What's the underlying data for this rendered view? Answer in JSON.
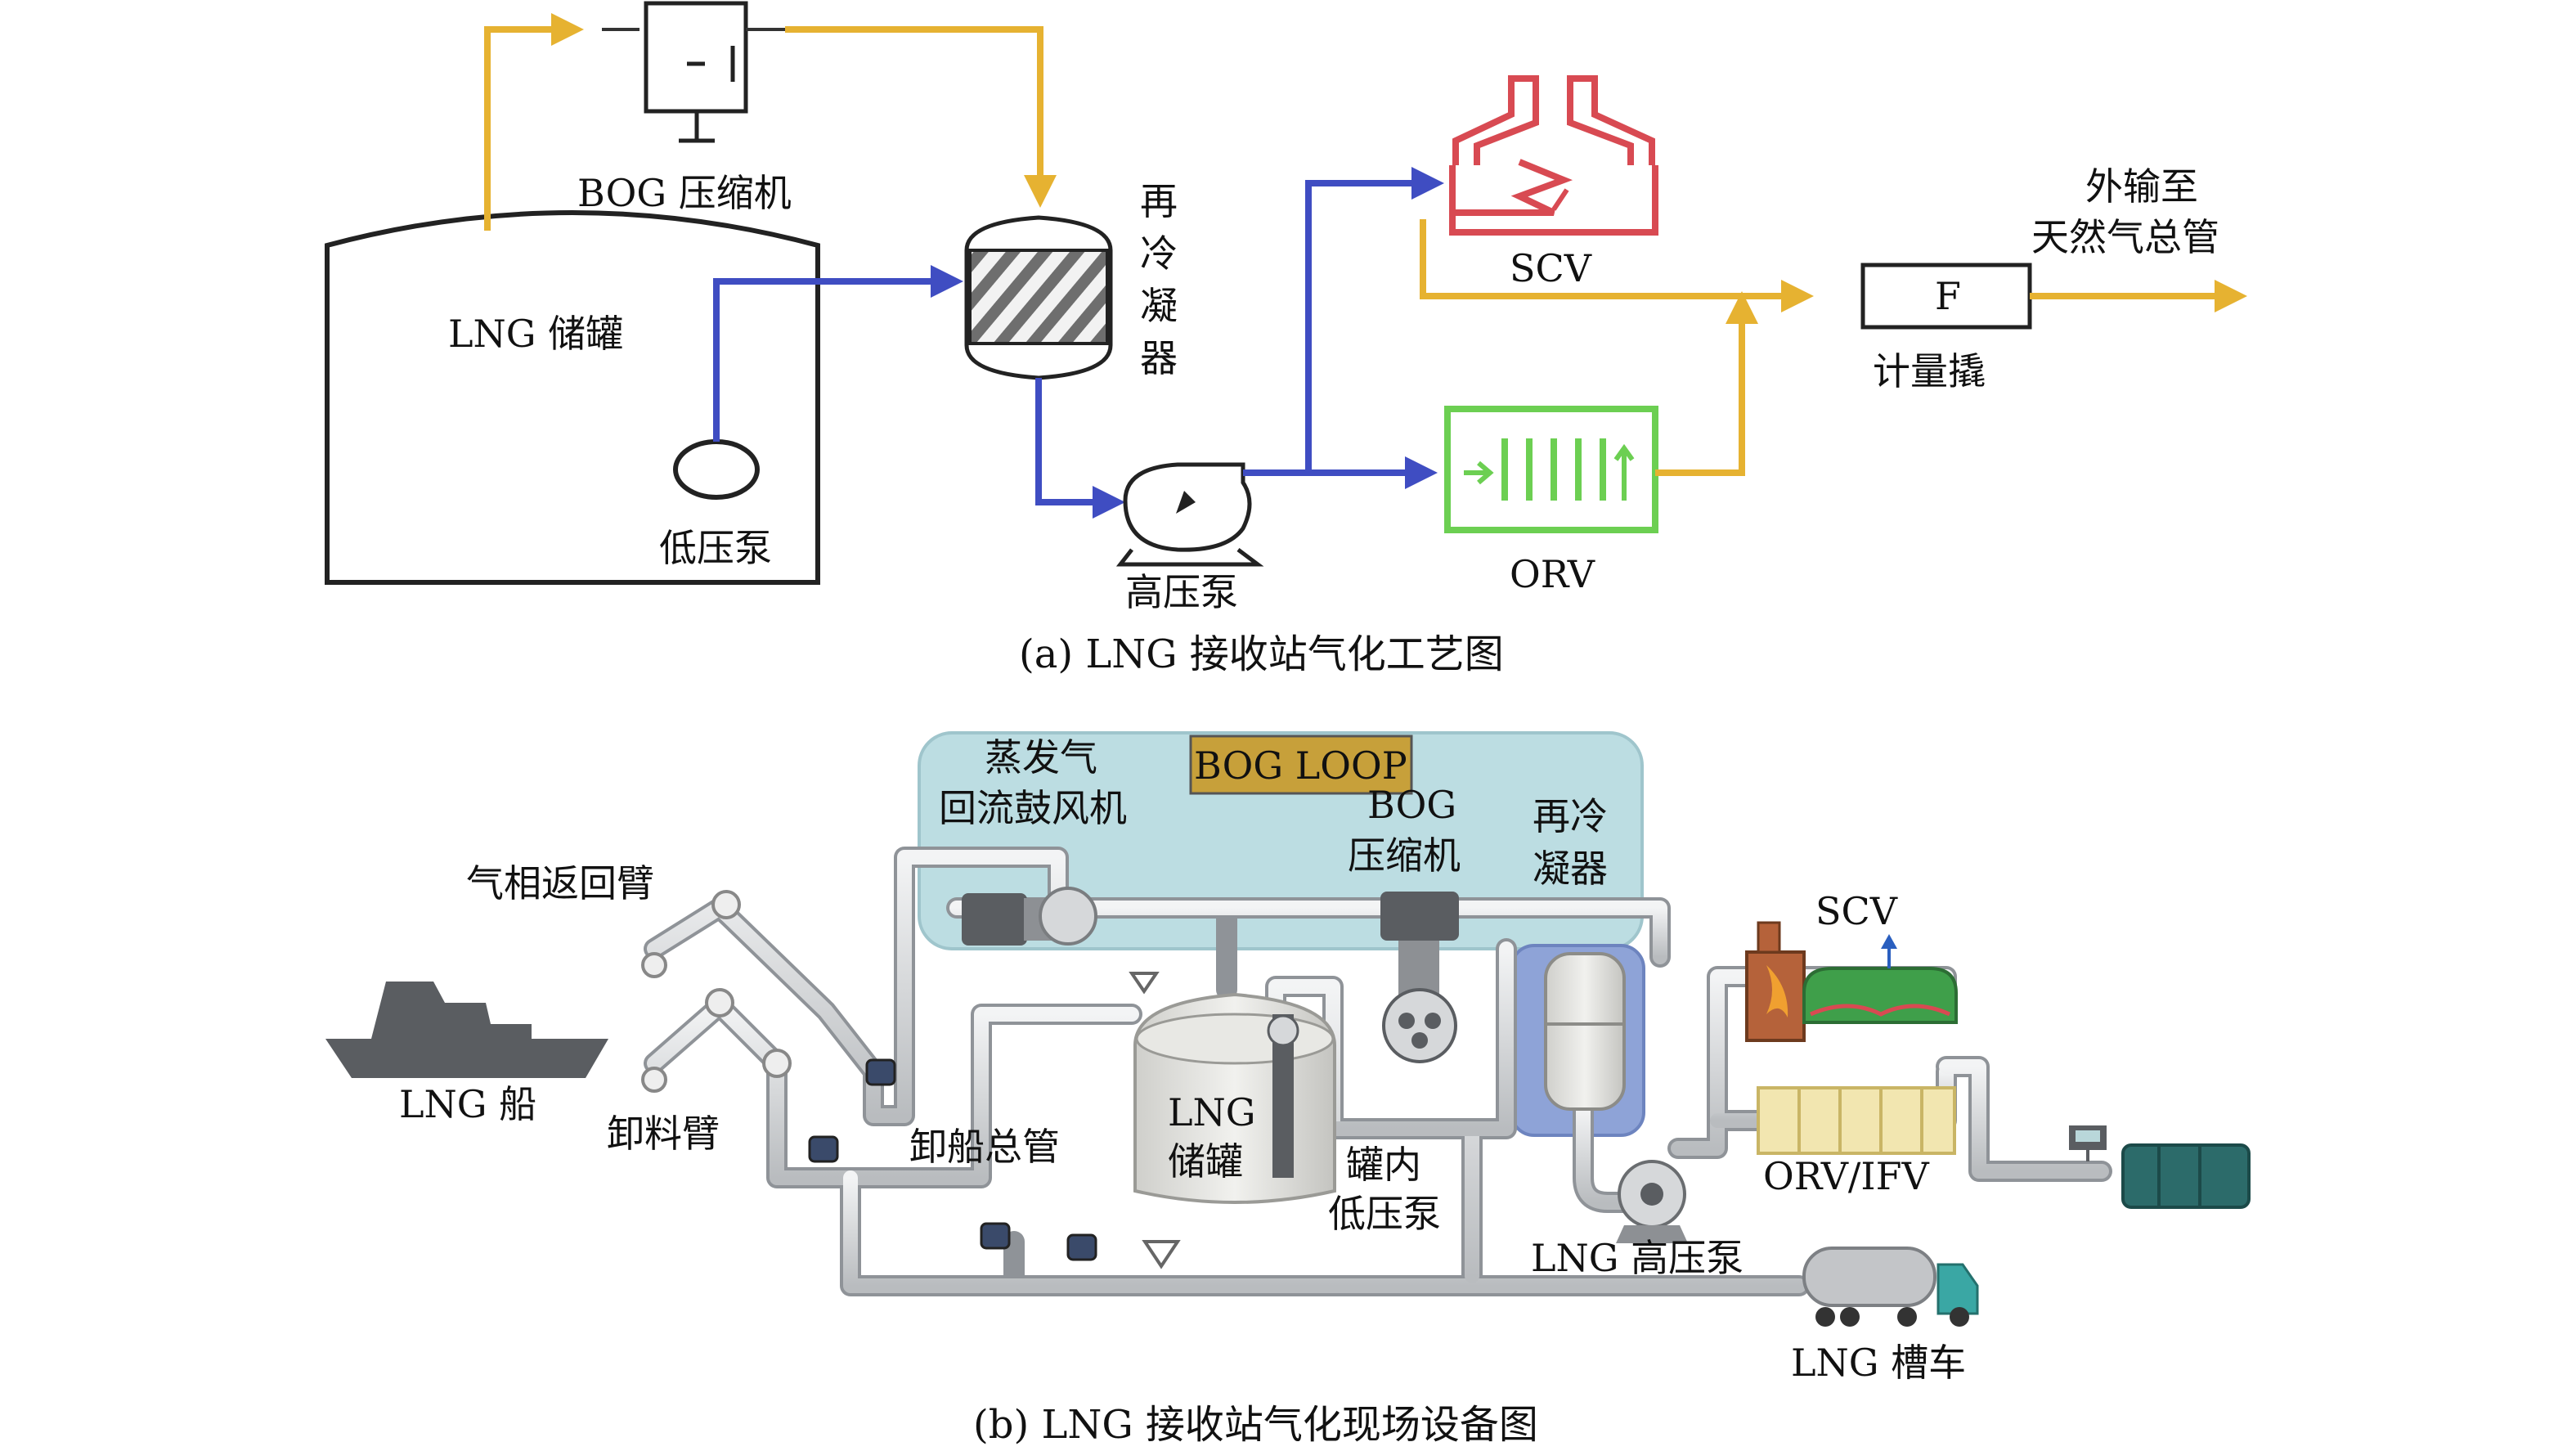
{
  "colors": {
    "gas_line": "#e6b231",
    "liquid_line": "#3f4dc2",
    "scv_red": "#d84a52",
    "orv_green": "#6ccf52",
    "bog_loop_bg": "#bcdde2",
    "bog_loop_badge": "#c7a03a",
    "pipe_gray": "#d6d8da",
    "dark_equipment": "#5a5d61"
  },
  "part_a": {
    "caption": "(a) LNG 接收站气化工艺图",
    "bog_compressor": "BOG 压缩机",
    "lng_tank": "LNG 储罐",
    "low_pressure_pump": "低压泵",
    "recondenser": [
      "再",
      "冷",
      "凝",
      "器"
    ],
    "high_pressure_pump": "高压泵",
    "scv": "SCV",
    "orv": "ORV",
    "meter_symbol": "F",
    "meter_skid": "计量撬",
    "export": [
      "外输至",
      "天然气总管"
    ]
  },
  "part_b": {
    "caption": "(b) LNG 接收站气化现场设备图",
    "bog_loop": "BOG LOOP",
    "bog_return_blower": [
      "蒸发气",
      "回流鼓风机"
    ],
    "bog_compressor": [
      "BOG",
      "压缩机"
    ],
    "recondenser": [
      "再冷",
      "凝器"
    ],
    "vapor_return_arm": "气相返回臂",
    "lng_ship": "LNG 船",
    "unloading_arm": "卸料臂",
    "unloading_header": "卸船总管",
    "lng_tank": [
      "LNG",
      "储罐"
    ],
    "in_tank_pump": [
      "罐内",
      "低压泵"
    ],
    "scv": "SCV",
    "orv_ifv": "ORV/IFV",
    "hp_pump": "LNG 高压泵",
    "truck": "LNG 槽车"
  }
}
